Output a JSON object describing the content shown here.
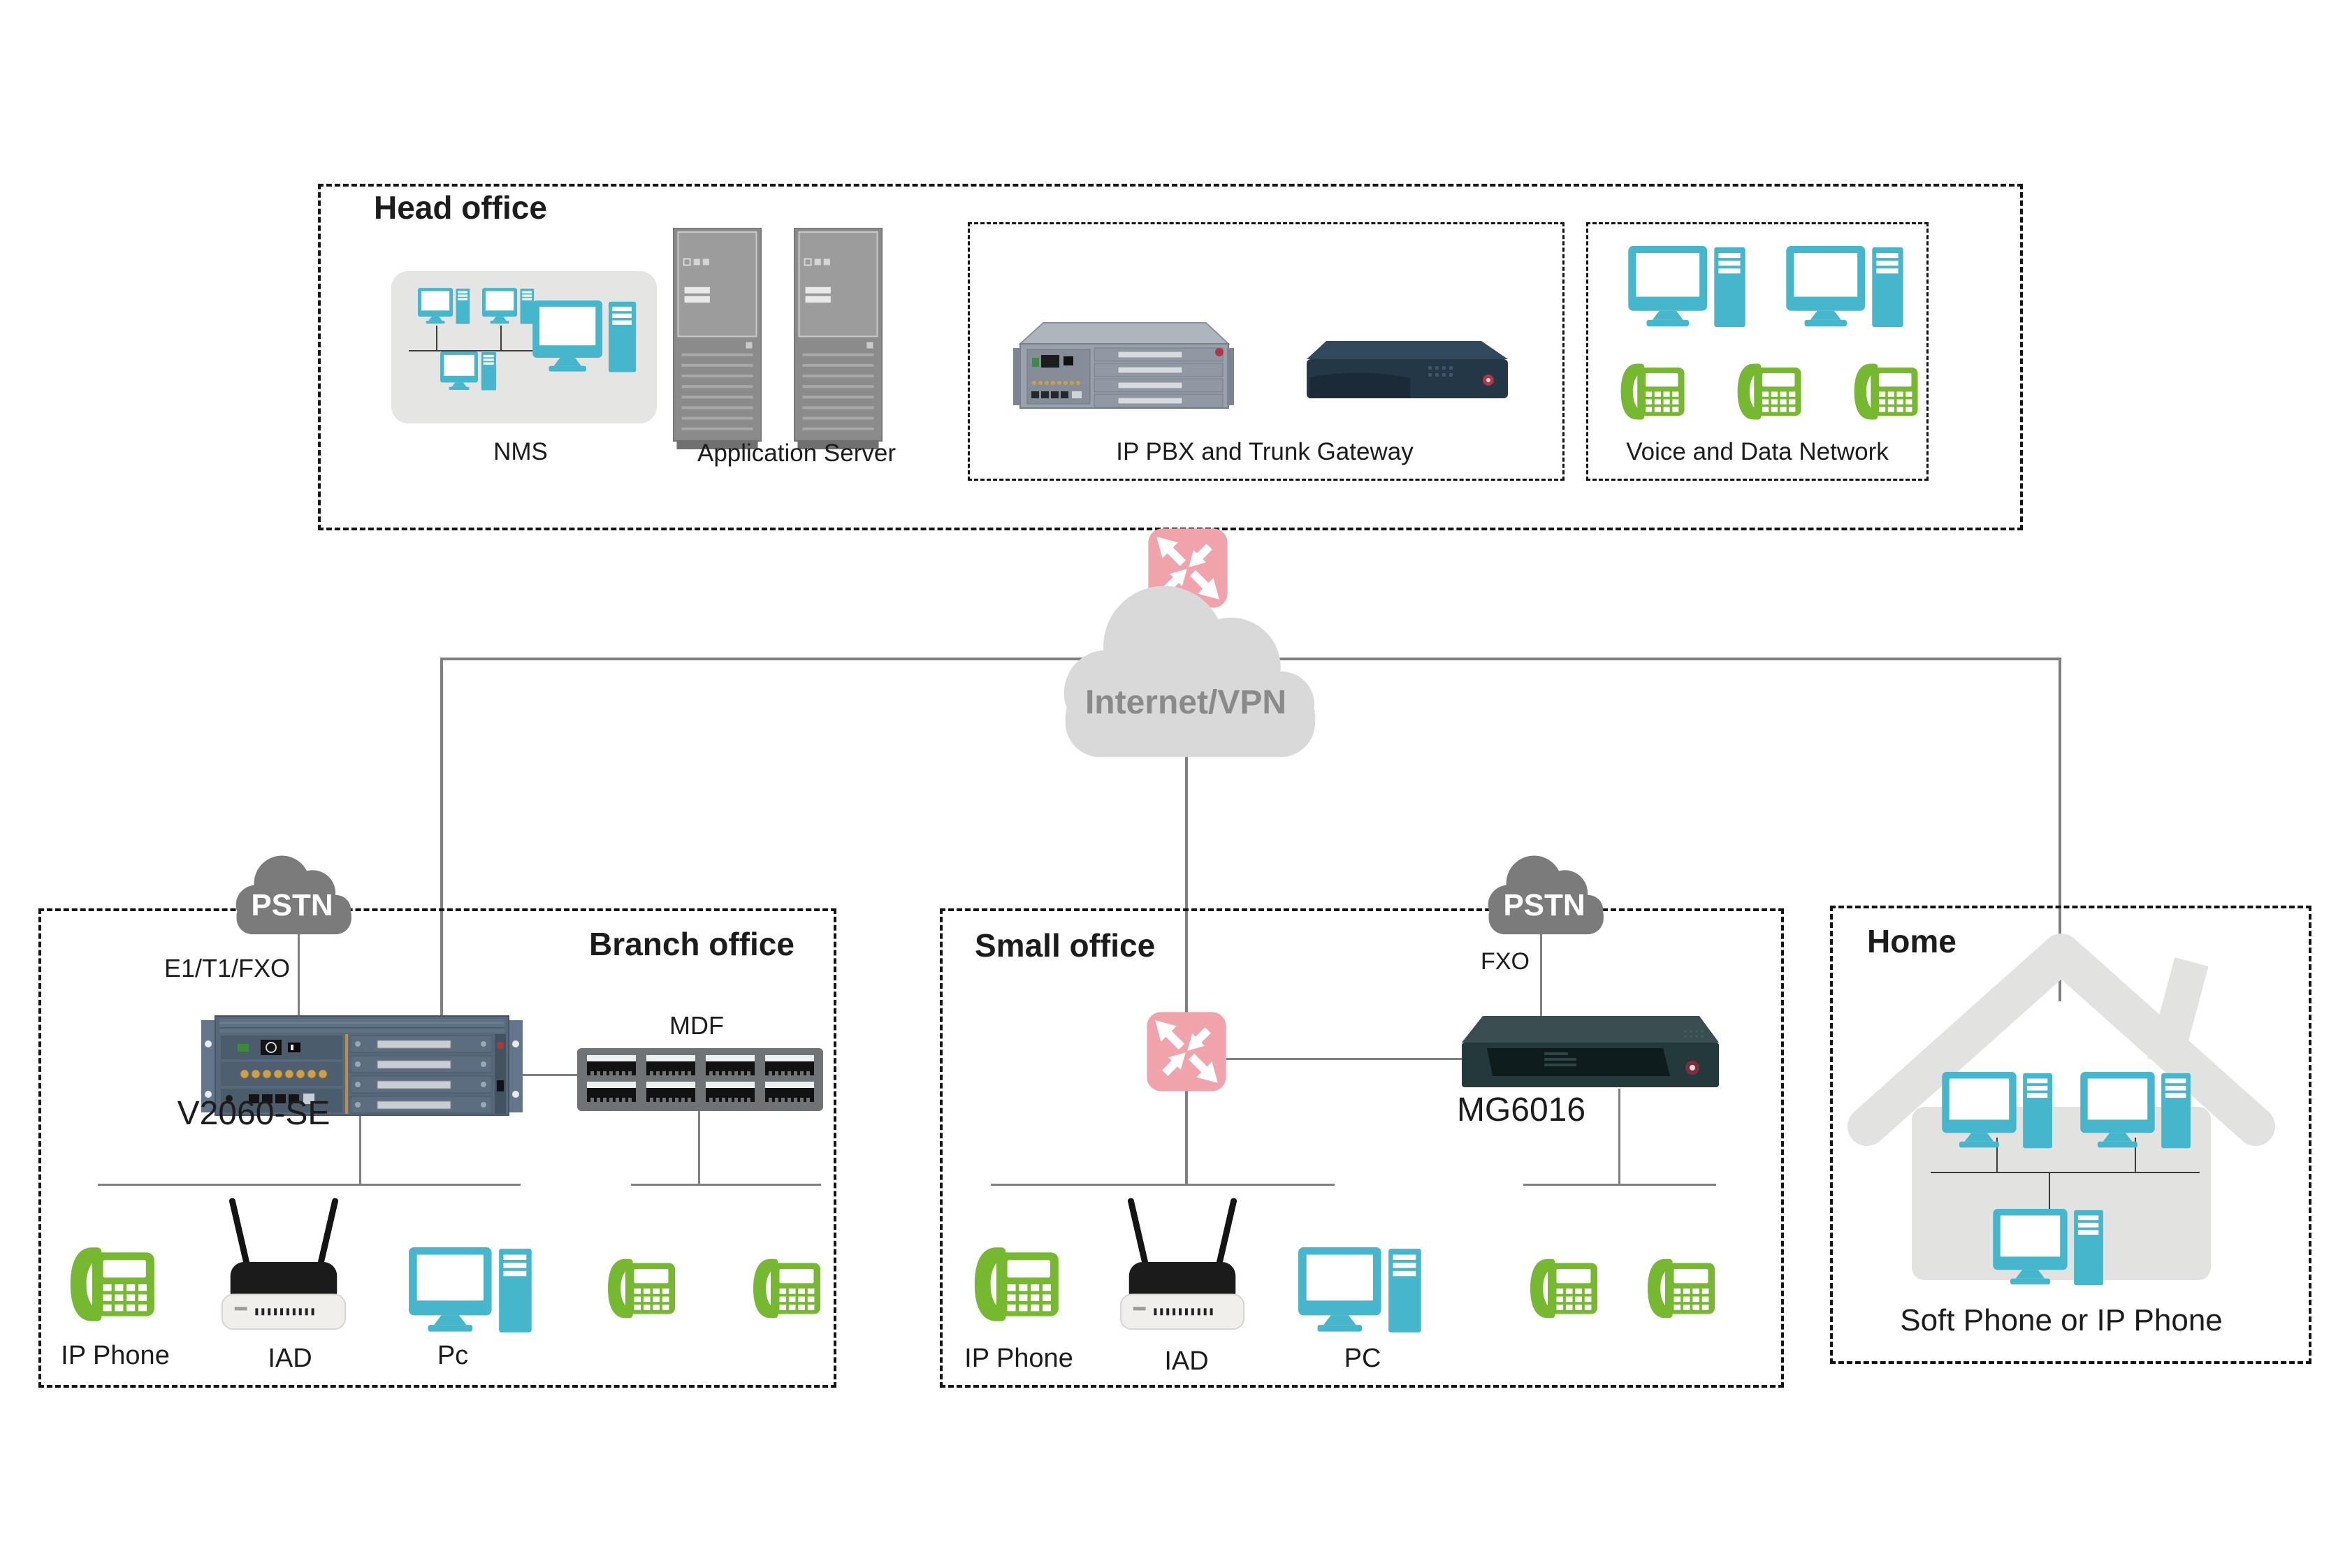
{
  "head_office": {
    "title": "Head office",
    "nms_label": "NMS",
    "app_server_label": "Application Server",
    "ippbx_label": "IP PBX and Trunk Gateway",
    "voice_data_label": "Voice and Data Network"
  },
  "internet": {
    "label": "Internet/VPN"
  },
  "branch_office": {
    "title": "Branch office",
    "pstn_label": "PSTN",
    "link_label": "E1/T1/FXO",
    "gateway_label": "V2060-SE",
    "mdf_label": "MDF",
    "ip_phone_label": "IP Phone",
    "iad_label": "IAD",
    "pc_label": "Pc"
  },
  "small_office": {
    "title": "Small office",
    "pstn_label": "PSTN",
    "link_label": "FXO",
    "gateway_label": "MG6016",
    "ip_phone_label": "IP Phone",
    "iad_label": "IAD",
    "pc_label": "PC"
  },
  "home": {
    "title": "Home",
    "caption": "Soft Phone or IP Phone"
  },
  "colors": {
    "computer_teal": "#45b6cb",
    "phone_green": "#76b82f",
    "router_pink": "#f1a3ac",
    "internet_cloud": "#d9d9d9",
    "pstn_cloud": "#7b7b7b",
    "connector_line": "#7f7f7f",
    "nms_panel": "#e5e5e4",
    "house_gray": "#e2e2e1"
  }
}
